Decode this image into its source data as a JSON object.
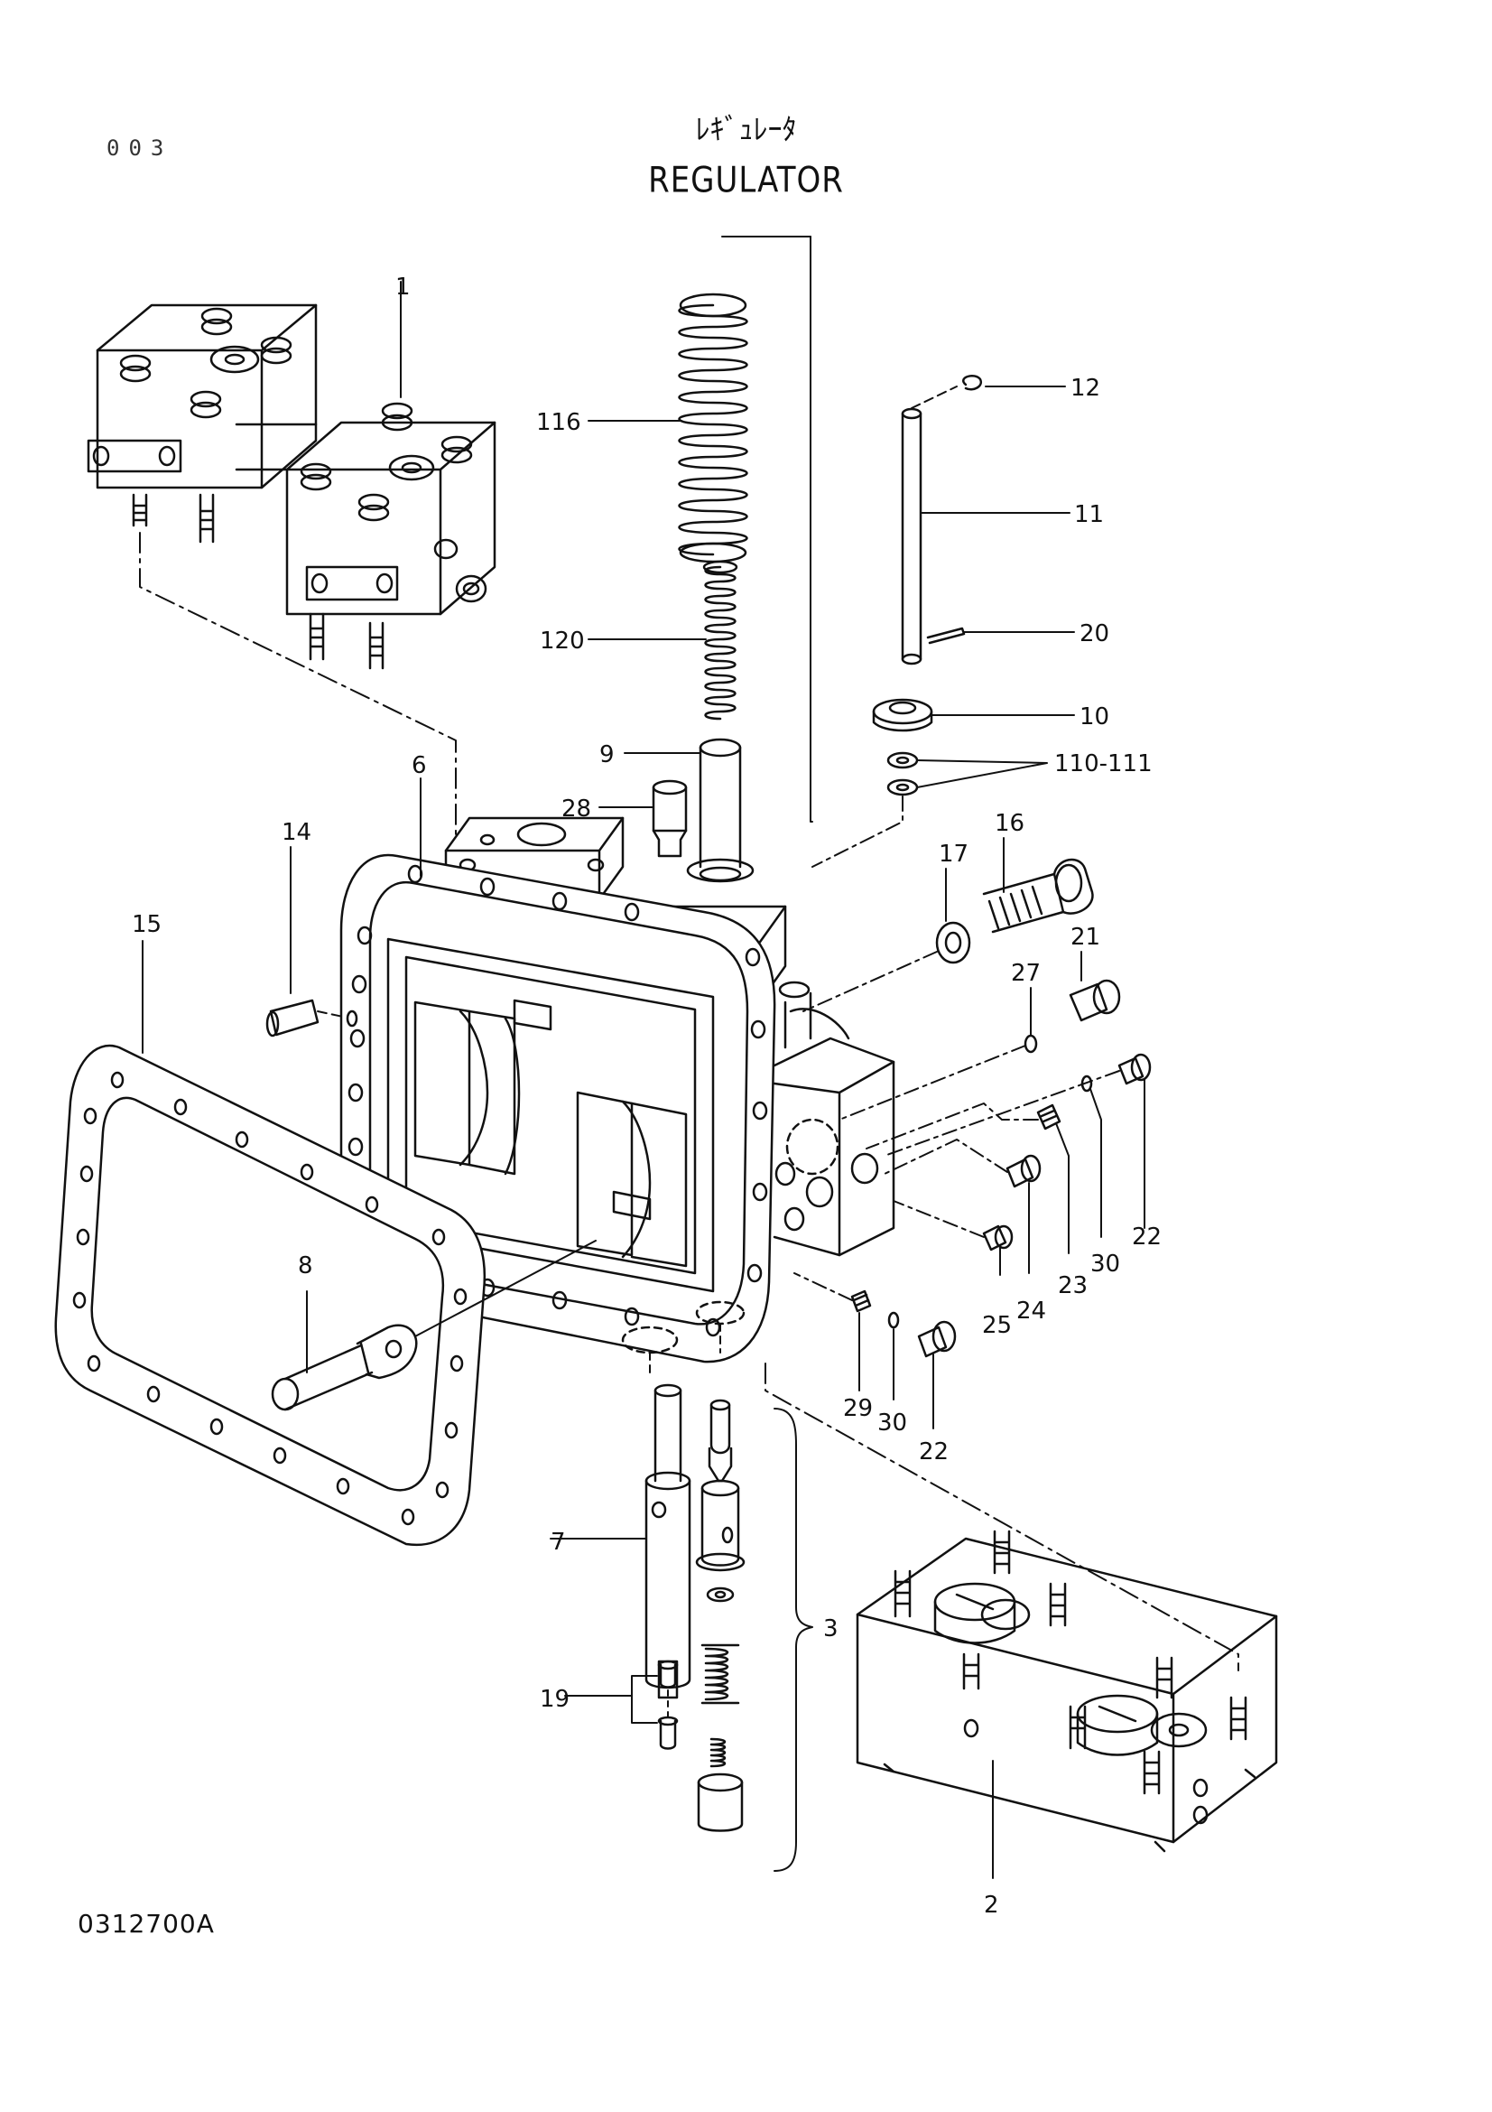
{
  "header": {
    "page_number": "003",
    "title_jp": "ﾚｷﾞｭﾚｰﾀ",
    "title_en": "REGULATOR"
  },
  "footer": {
    "drawing_code": "0312700A"
  },
  "callouts": {
    "c1": "1",
    "c116": "116",
    "c12": "12",
    "c11": "11",
    "c120": "120",
    "c20": "20",
    "c10": "10",
    "c9": "9",
    "c110_111": "110-111",
    "c6": "6",
    "c28": "28",
    "c14": "14",
    "c17": "17",
    "c16": "16",
    "c15": "15",
    "c21": "21",
    "c27": "27",
    "c8": "8",
    "c22a": "22",
    "c30a": "30",
    "c23": "23",
    "c24": "24",
    "c25": "25",
    "c29": "29",
    "c30b": "30",
    "c22b": "22",
    "c7": "7",
    "c3": "3",
    "c19": "19",
    "c2": "2"
  }
}
